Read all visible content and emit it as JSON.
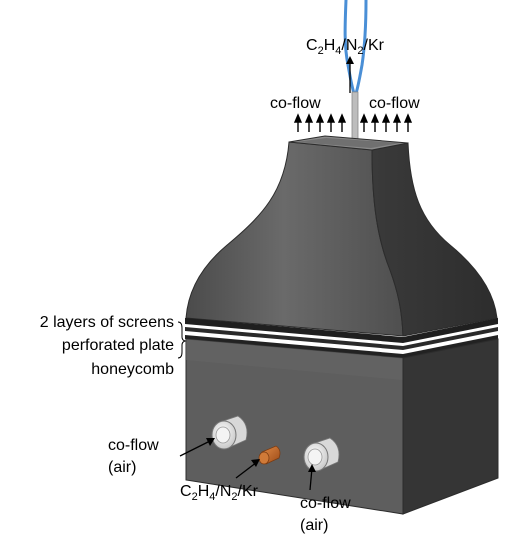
{
  "diagram": {
    "top_gas_label": {
      "main1": "C",
      "sub1": "2",
      "main2": "H",
      "sub2": "4",
      "main3": "/N",
      "sub3": "2",
      "main4": "/Kr"
    },
    "bottom_gas_label": {
      "main1": "C",
      "sub1": "2",
      "main2": "H",
      "sub2": "4",
      "main3": "/N",
      "sub3": "2",
      "main4": "/Kr"
    },
    "coflow_left_top": "co-flow",
    "coflow_right_top": "co-flow",
    "layers_screens": "2 layers of screens",
    "perforated_plate": "perforated plate",
    "honeycomb": "honeycomb",
    "coflow_inlet_left": {
      "line1": "co-flow",
      "line2": "(air)"
    },
    "coflow_inlet_right": {
      "line1": "co-flow",
      "line2": "(air)"
    }
  },
  "colors": {
    "body_dark": "#3f3f3f",
    "body_mid": "#5a5a5a",
    "body_light": "#6e6e6e",
    "flame_blue": "#4a8fd6",
    "fuel_port_copper": "#c8692a",
    "label_text": "#000000"
  }
}
